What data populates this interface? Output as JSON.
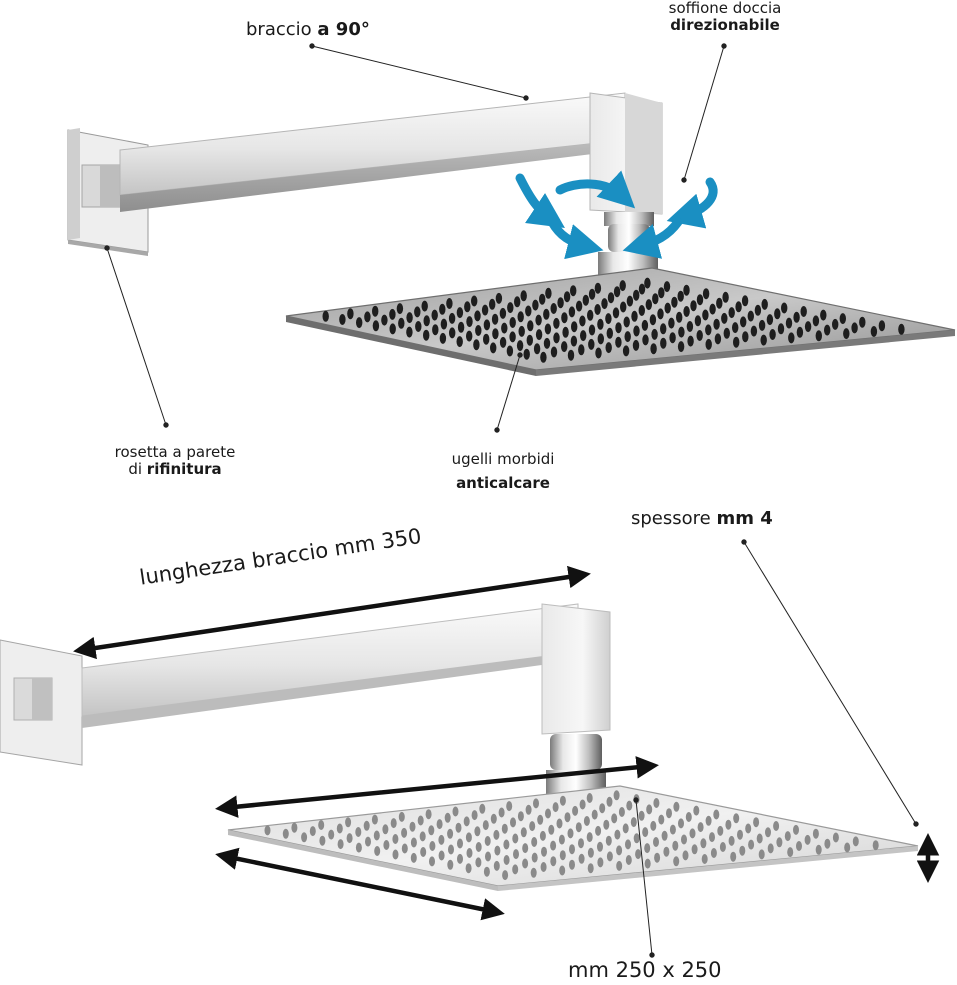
{
  "labels": {
    "arm": {
      "text": "braccio ",
      "bold": "a 90°"
    },
    "head": {
      "line1": "soffione doccia",
      "line2_bold": "direzionabile"
    },
    "rosette": {
      "line1": "rosetta a parete",
      "line2_prefix": "di ",
      "line2_bold": "rifinitura"
    },
    "nozzles": {
      "line1": "ugelli morbidi",
      "line2_bold": "anticalcare"
    },
    "thickness": {
      "text": "spessore ",
      "bold": "mm 4"
    },
    "arm_length": {
      "text": "lunghezza braccio mm 350"
    },
    "size": {
      "text": "mm 250 x 250"
    }
  },
  "colors": {
    "chrome_light": "#f2f2f2",
    "chrome_mid": "#d4d4d4",
    "chrome_dark": "#9a9a9a",
    "nozzle_dark": "#1e1e1e",
    "nozzle_grey": "#8a8a8a",
    "rotation_arrow": "#1a8fc2",
    "dimension_arrow": "#111111"
  }
}
